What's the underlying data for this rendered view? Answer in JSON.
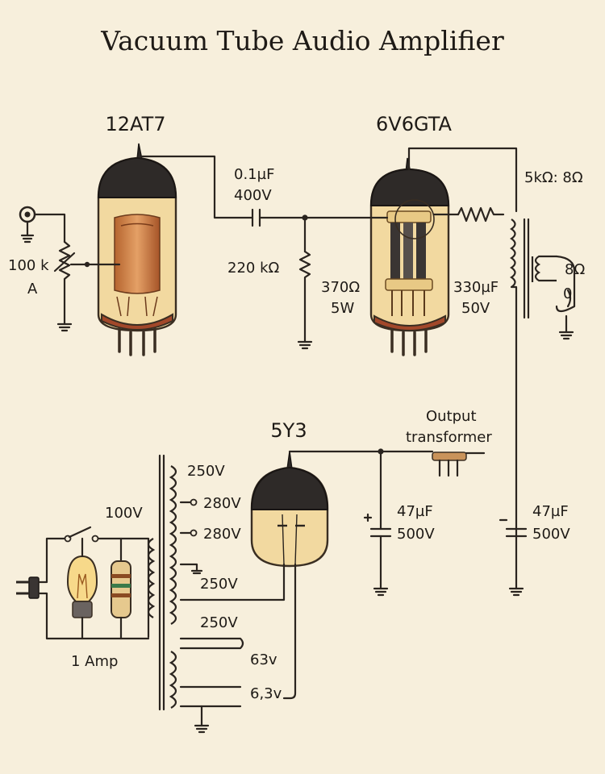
{
  "title": "Vacuum Tube Audio Amplifier",
  "tubes": {
    "preamp": "12AT7",
    "power": "6V6GTA",
    "rectifier": "5Y3"
  },
  "components": {
    "volume_pot_value": "100 k",
    "volume_pot_unit": "A",
    "coupling_cap_value": "0.1µF",
    "coupling_cap_voltage": "400V",
    "grid_resistor": "220 kΩ",
    "cathode_resistor_value": "370Ω",
    "cathode_resistor_watt": "5W",
    "cathode_cap_value": "330µF",
    "cathode_cap_voltage": "50V",
    "output_transformer_ratio": "5kΩ: 8Ω",
    "speaker_impedance": "8Ω",
    "speaker_secondary": "0",
    "output_transformer_label_1": "Output",
    "output_transformer_label_2": "transformer",
    "filter_cap_1_value": "47µF",
    "filter_cap_1_voltage": "500V",
    "filter_cap_2_value": "47µF",
    "filter_cap_2_voltage": "500V",
    "mains_voltage": "100V",
    "fuse": "1 Amp"
  },
  "power_transformer_taps": [
    "250V",
    "280V",
    "280V",
    "250V",
    "250V",
    "63v",
    "6,3v"
  ],
  "colors": {
    "background": "#f7efdc",
    "glass": "#f2d9a0",
    "tube_cap": "#2e2a28",
    "tube_base": "#a2482a",
    "ink": "#2a241f"
  }
}
